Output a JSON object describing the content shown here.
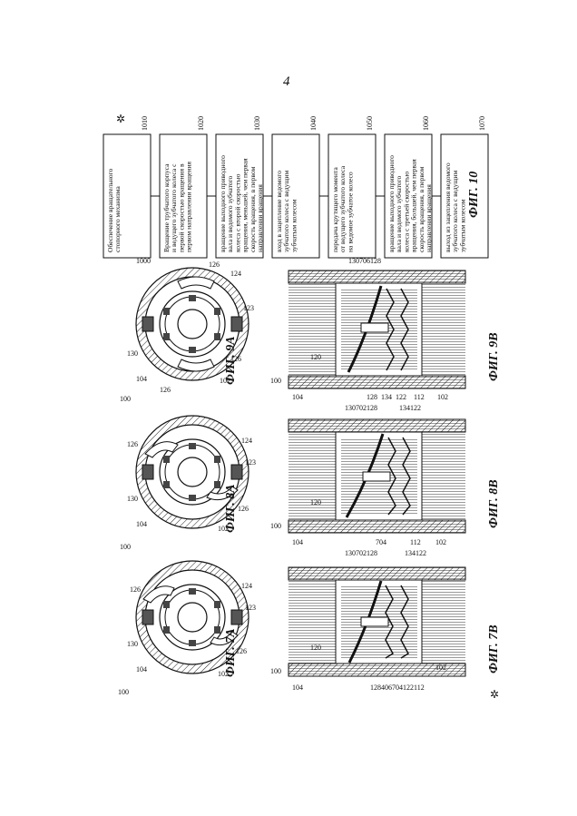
{
  "page_number": "4",
  "marker": "✲",
  "figures": {
    "fig7a": "ФИГ. 7A",
    "fig8a": "ФИГ. 8A",
    "fig9a": "ФИГ. 9A",
    "fig7b": "ФИГ. 7B",
    "fig8b": "ФИГ. 8B",
    "fig9b": "ФИГ. 9B",
    "fig10": "ФИГ. 10"
  },
  "refs": {
    "r100": "100",
    "r102": "102",
    "r104": "104",
    "r112": "112",
    "r120": "120",
    "r122": "122",
    "r123": "123",
    "r124": "124",
    "r126": "126",
    "r128": "128",
    "r130": "130",
    "r134": "134",
    "r406": "406",
    "r702": "702",
    "r704": "704",
    "r706": "706",
    "r1000": "1000"
  },
  "flowchart": [
    {
      "ref": "1010",
      "lines": [
        "Обеспечение вращательного",
        "стопорного механизма"
      ]
    },
    {
      "ref": "1020",
      "lines": [
        "Вращение трубчатого корпуса",
        "и ведущего зубчатого колеса с",
        "первой скоростью вращения в",
        "первом направлении вращения"
      ]
    },
    {
      "ref": "1030",
      "lines": [
        "вращение выходного приводного",
        "вала и ведомого зубчатого",
        "колеса с второй скоростью",
        "вращения, меньшей, чем первая",
        "скорость вращения, в первом",
        "направлении вращения"
      ]
    },
    {
      "ref": "1040",
      "lines": [
        "вход в зацепление ведомого",
        "зубчатого колеса с ведущим",
        "зубчатым колесом"
      ]
    },
    {
      "ref": "1050",
      "lines": [
        "передача крутящего момента",
        "от ведущего зубчатого колеса",
        "на ведомое зубчатое колесо"
      ]
    },
    {
      "ref": "1060",
      "lines": [
        "вращение выходного приводного",
        "вала и ведомого зубчатого",
        "колеса с третьей скоростью",
        "вращения, большей, чем первая",
        "скорость вращения, в первом",
        "направлении вращения"
      ]
    },
    {
      "ref": "1070",
      "lines": [
        "выход из зацепления ведомого",
        "зубчатого колеса с ведущим",
        "зубчатым колесом"
      ]
    }
  ]
}
